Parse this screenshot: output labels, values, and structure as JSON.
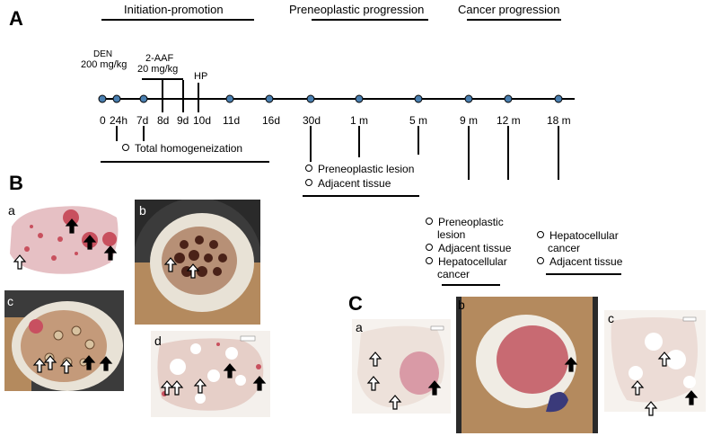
{
  "panel_letters": {
    "a": "A",
    "b": "B",
    "c": "C"
  },
  "phases": {
    "initiation": "Initiation-promotion",
    "preneoplastic": "Preneoplastic progression",
    "cancer": "Cancer progression"
  },
  "treatments": {
    "den_name": "DEN",
    "den_dose": "200 mg/kg",
    "aaf_name": "2-AAF",
    "aaf_dose": "20 mg/kg",
    "hp": "HP"
  },
  "timepoints": [
    "0",
    "24h",
    "7d",
    "8d",
    "9d",
    "10d",
    "11d",
    "16d",
    "30d",
    "1 m",
    "5 m",
    "9 m",
    "12 m",
    "18 m"
  ],
  "groups": {
    "total": "Total homogeneization",
    "pre1": "Preneoplastic lesion",
    "pre2": "Adjacent tissue",
    "nine1": "Preneoplastic",
    "nine1b": "lesion",
    "nine2": "Adjacent tissue",
    "nine3": "Hepatocellular",
    "nine3b": "cancer",
    "eighteen1": "Hepatocellular",
    "eighteen1b": "cancer",
    "eighteen2": "Adjacent tissue"
  },
  "sub_labels": {
    "Ba": "a",
    "Bb": "b",
    "Bc": "c",
    "Bd": "d",
    "Ca": "a",
    "Cb": "b",
    "Cc": "c"
  },
  "colors": {
    "tissue_pink": "#d9a0a8",
    "lesion_red": "#c8505e",
    "cork": "#8a6038",
    "timeline_star": "#4a7fb0"
  }
}
